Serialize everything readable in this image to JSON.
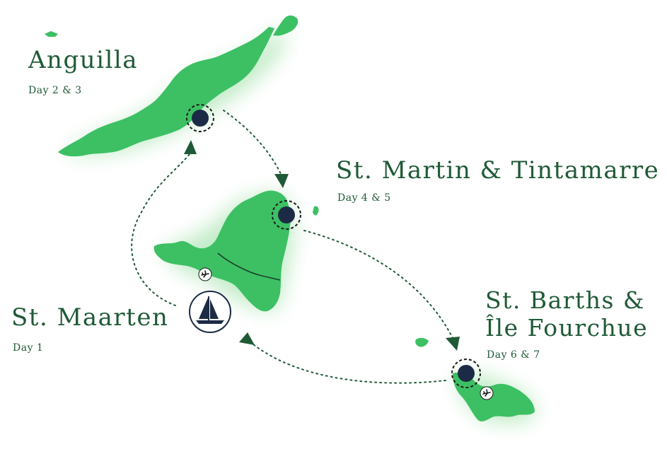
{
  "stops": [
    {
      "id": "anguilla",
      "name": "Anguilla",
      "days": "Day 2 & 3"
    },
    {
      "id": "stmartin",
      "name": "St. Martin & Tintamarre",
      "days": "Day 4 & 5"
    },
    {
      "id": "stbarths",
      "name_line1": "St. Barths &",
      "name_line2": "Île Fourchue",
      "days": "Day 6 & 7"
    },
    {
      "id": "stmaarten",
      "name": "St. Maarten",
      "days": "Day 1"
    }
  ],
  "colors": {
    "island_fill": "#3cc063",
    "island_glow": "#7dd98f",
    "route": "#1f5a36",
    "marker": "#1c2b45",
    "text": "#1f5a36"
  },
  "icons": {
    "start_marker": "catamaran-icon",
    "airports": "airplane-icon"
  }
}
